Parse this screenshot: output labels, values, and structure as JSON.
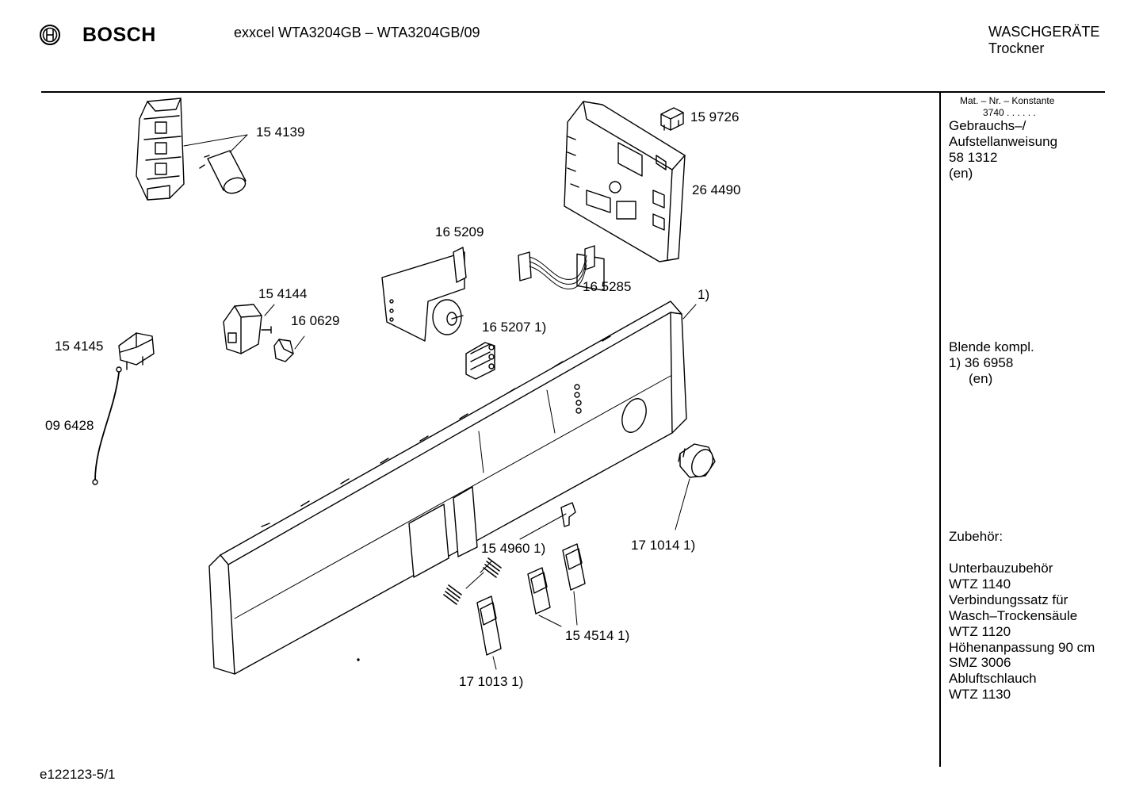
{
  "header": {
    "brand": "BOSCH",
    "model": "exxcel WTA3204GB – WTA3204GB/09",
    "category_line1": "WASCHGERÄTE",
    "category_line2": "Trockner"
  },
  "footer": {
    "drawing_id": "e122123-5/1"
  },
  "sidebar": {
    "mat_header": "Mat. – Nr. – Konstante",
    "mat_const": "3740 . . . . . .",
    "manual": [
      "Gebrauchs–/",
      "Aufstellanweisung",
      "58 1312",
      "(en)"
    ],
    "blende": [
      "Blende kompl.",
      "1) 36 6958",
      "(en)"
    ],
    "zubehoer_title": "Zubehör:",
    "accessories": [
      "Unterbauzubehör",
      "WTZ 1140",
      "Verbindungssatz für",
      "Wasch–Trockensäule",
      "WTZ 1120",
      "Höhenanpassung 90 cm",
      "SMZ 3006",
      "Abluftschlauch",
      "WTZ 1130"
    ]
  },
  "parts": [
    "15 4139",
    "15 9726",
    "26 4490",
    "16 5209",
    "16 5285",
    "15 4144",
    "16 0629",
    "16 5207 1)",
    "1)",
    "15 4145",
    "09 6428",
    "17 1014 1)",
    "15 4960 1)",
    "15 4514 1)",
    "17 1013 1)"
  ]
}
